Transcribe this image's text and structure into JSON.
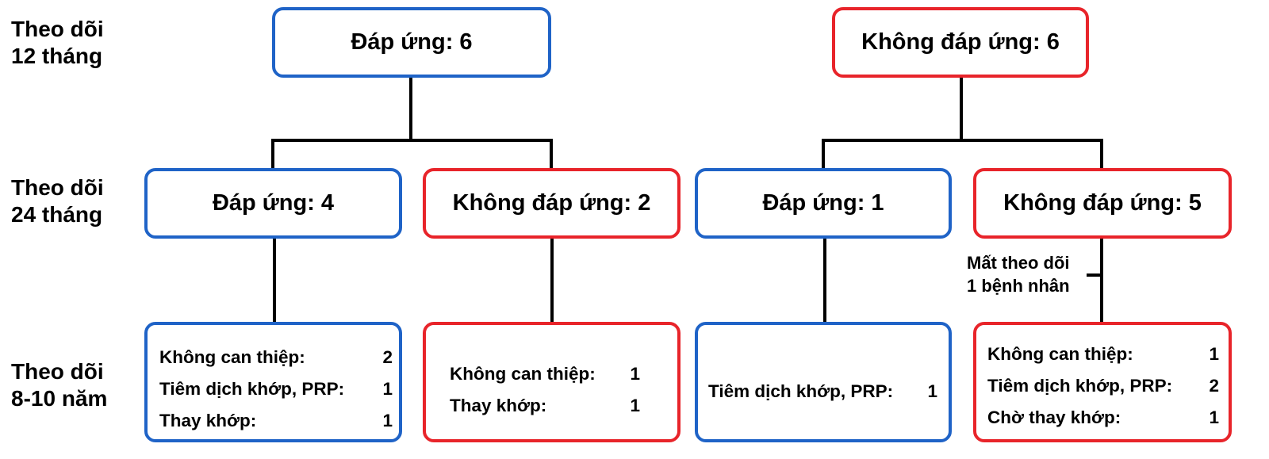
{
  "row_labels": [
    {
      "line1": "Theo dõi",
      "line2": "12 tháng"
    },
    {
      "line1": "Theo dõi",
      "line2": "24 tháng"
    },
    {
      "line1": "Theo dõi",
      "line2": "8-10 năm"
    }
  ],
  "level1": {
    "left": {
      "label": "Đáp ứng: 6",
      "color": "#1f63c7"
    },
    "right": {
      "label": "Không đáp ứng: 6",
      "color": "#e8242a"
    }
  },
  "level2": [
    {
      "label": "Đáp ứng: 4",
      "color": "#1f63c7"
    },
    {
      "label": "Không đáp ứng: 2",
      "color": "#e8242a"
    },
    {
      "label": "Đáp ứng: 1",
      "color": "#1f63c7"
    },
    {
      "label": "Không đáp ứng: 5",
      "color": "#e8242a"
    }
  ],
  "lost_followup": {
    "line1": "Mất theo dõi",
    "line2": "1 bệnh nhân"
  },
  "level3": [
    {
      "color": "#1f63c7",
      "rows": [
        {
          "label": "Không can thiệp:",
          "value": "2"
        },
        {
          "label": "Tiêm dịch khớp, PRP:",
          "value": "1"
        },
        {
          "label": "Thay khớp:",
          "value": "1"
        }
      ]
    },
    {
      "color": "#e8242a",
      "rows": [
        {
          "label": "Không can thiệp:",
          "value": "1"
        },
        {
          "label": "Thay khớp:",
          "value": "1"
        }
      ]
    },
    {
      "color": "#1f63c7",
      "rows": [
        {
          "label": "Tiêm dịch khớp, PRP:",
          "value": "1"
        }
      ]
    },
    {
      "color": "#e8242a",
      "rows": [
        {
          "label": "Không can thiệp:",
          "value": "1"
        },
        {
          "label": "Tiêm dịch khớp, PRP:",
          "value": "2"
        },
        {
          "label": "Chờ thay khớp:",
          "value": "1"
        }
      ]
    }
  ]
}
